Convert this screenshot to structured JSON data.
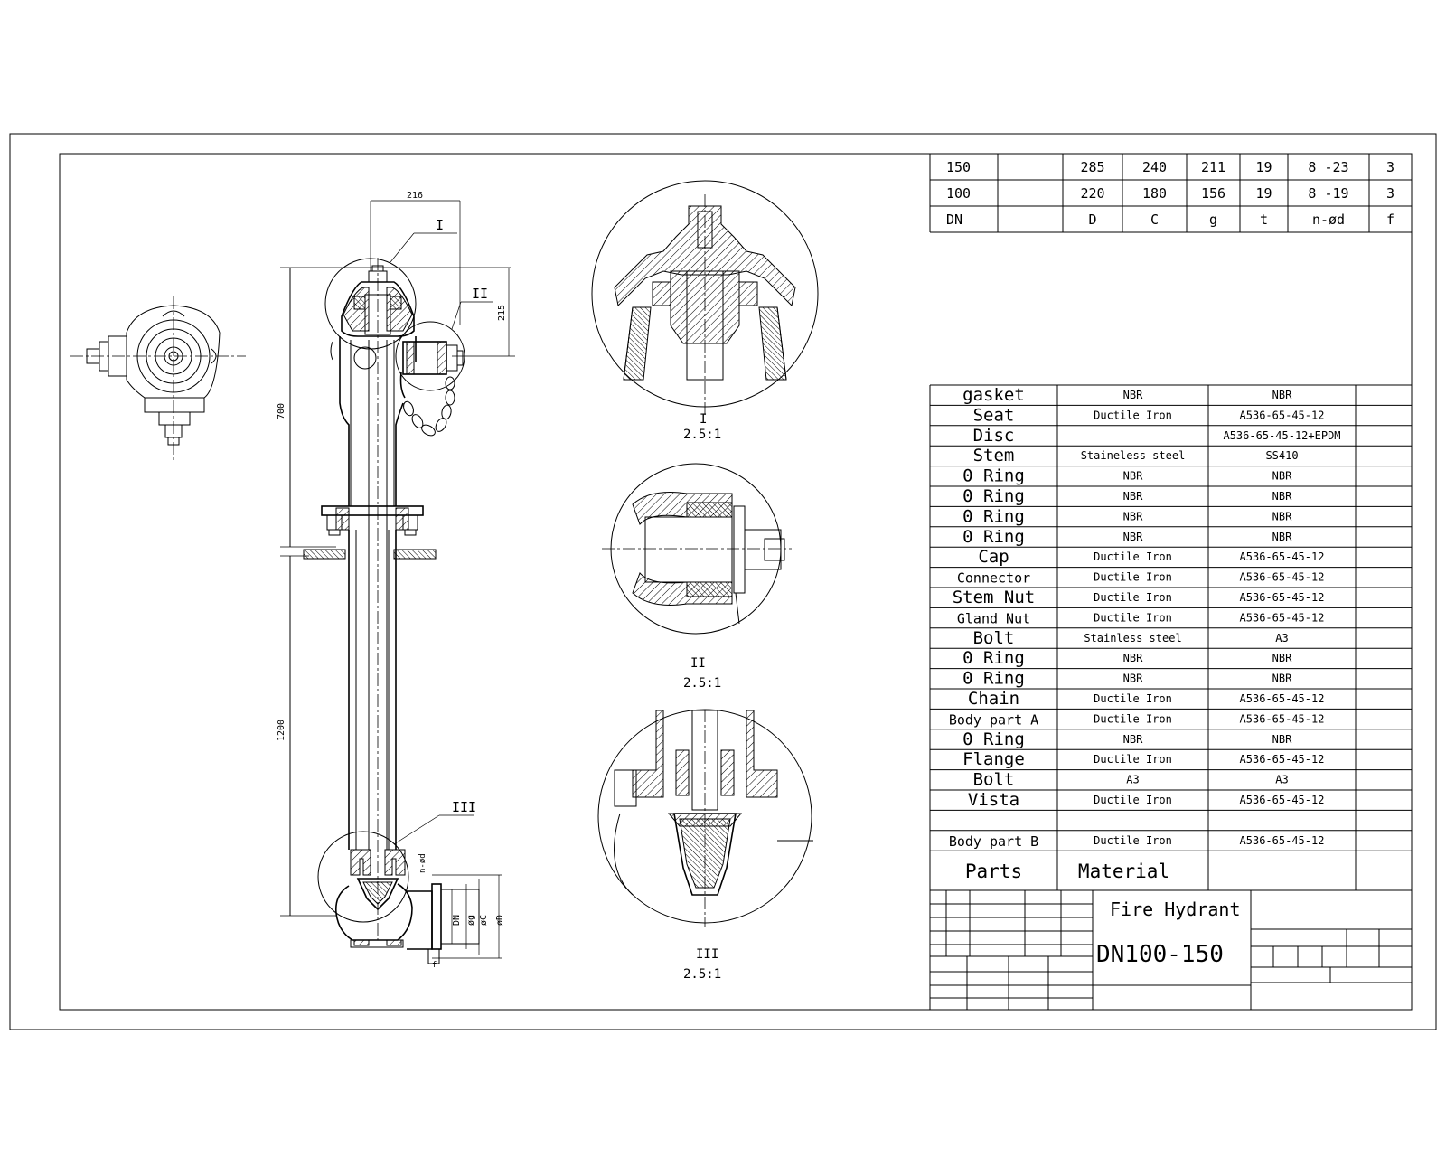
{
  "dimension_table": {
    "header": [
      "DN",
      "",
      "D",
      "C",
      "g",
      "t",
      "n-ød",
      "f"
    ],
    "rows": [
      [
        "150",
        "",
        "285",
        "240",
        "211",
        "19",
        "8 -23",
        "3"
      ],
      [
        "100",
        "",
        "220",
        "180",
        "156",
        "19",
        "8 -19",
        "3"
      ]
    ]
  },
  "parts_list": {
    "rows": [
      {
        "part": "gasket",
        "material": "NBR",
        "spec": "NBR"
      },
      {
        "part": "Seat",
        "material": "Ductile Iron",
        "spec": "A536-65-45-12"
      },
      {
        "part": "Disc",
        "material": "",
        "spec": "A536-65-45-12+EPDM"
      },
      {
        "part": "Stem",
        "material": "Staineless steel",
        "spec": "SS410"
      },
      {
        "part": "0 Ring",
        "material": "NBR",
        "spec": "NBR"
      },
      {
        "part": "0 Ring",
        "material": "NBR",
        "spec": "NBR"
      },
      {
        "part": "0 Ring",
        "material": "NBR",
        "spec": "NBR"
      },
      {
        "part": "0 Ring",
        "material": "NBR",
        "spec": "NBR"
      },
      {
        "part": "Cap",
        "material": "Ductile Iron",
        "spec": "A536-65-45-12"
      },
      {
        "part": "Connector",
        "material": "Ductile Iron",
        "spec": "A536-65-45-12"
      },
      {
        "part": "Stem Nut",
        "material": "Ductile Iron",
        "spec": "A536-65-45-12"
      },
      {
        "part": "Gland Nut",
        "material": "Ductile Iron",
        "spec": "A536-65-45-12"
      },
      {
        "part": "Bolt",
        "material": "Stainless steel",
        "spec": "A3"
      },
      {
        "part": "0 Ring",
        "material": "NBR",
        "spec": "NBR"
      },
      {
        "part": "0 Ring",
        "material": "NBR",
        "spec": "NBR"
      },
      {
        "part": "Chain",
        "material": "Ductile Iron",
        "spec": "A536-65-45-12"
      },
      {
        "part": "Body part A",
        "material": "Ductile Iron",
        "spec": "A536-65-45-12"
      },
      {
        "part": "0 Ring",
        "material": "NBR",
        "spec": "NBR"
      },
      {
        "part": "Flange",
        "material": "Ductile Iron",
        "spec": "A536-65-45-12"
      },
      {
        "part": "Bolt",
        "material": "A3",
        "spec": "A3"
      },
      {
        "part": "Vista",
        "material": "Ductile Iron",
        "spec": "A536-65-45-12"
      },
      {
        "part": "",
        "material": "",
        "spec": ""
      },
      {
        "part": "Body part B",
        "material": "Ductile Iron",
        "spec": "A536-65-45-12"
      }
    ],
    "header_parts": "Parts",
    "header_material": "Material"
  },
  "title_block": {
    "title": "Fire Hydrant",
    "model": "DN100-150"
  },
  "main_view": {
    "dim_width": "216",
    "dim_top": "215",
    "dim_upper": "700",
    "dim_lower": "1200",
    "callout_1": "I",
    "callout_2": "II",
    "callout_3": "III",
    "outlet_dn": "DN",
    "outlet_g": "øg",
    "outlet_c": "øC",
    "outlet_d": "øD",
    "outlet_n": "n-ød",
    "outlet_f": "f"
  },
  "details": [
    {
      "label": "I",
      "scale": "2.5:1"
    },
    {
      "label": "II",
      "scale": "2.5:1"
    },
    {
      "label": "III",
      "scale": "2.5:1"
    }
  ]
}
